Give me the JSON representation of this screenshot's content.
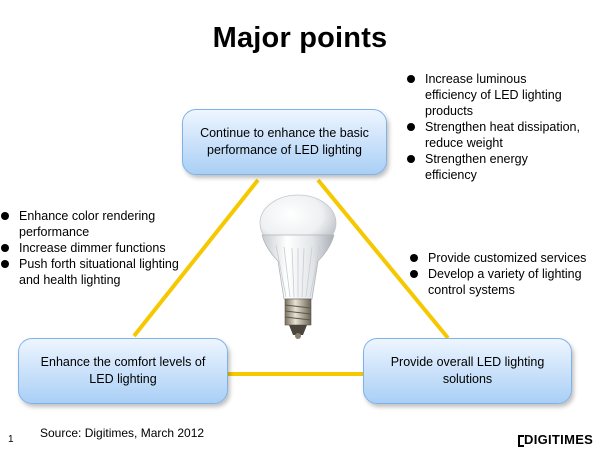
{
  "title": "Major points",
  "boxes": {
    "top": "Continue to enhance the basic performance of LED lighting",
    "left": "Enhance the comfort levels of LED lighting",
    "right": "Provide overall LED lighting solutions"
  },
  "bullets": {
    "top_right": [
      "Increase luminous efficiency of LED lighting products",
      "Strengthen heat dissipation, reduce weight",
      "Strengthen energy efficiency"
    ],
    "left": [
      "Enhance color rendering performance",
      "Increase dimmer functions",
      "Push forth situational lighting and health lighting"
    ],
    "right": [
      "Provide customized services",
      "Develop a variety of lighting control systems"
    ]
  },
  "source": "Source: Digitimes, March 2012",
  "page_number": "1",
  "logo": "DIGITIMES",
  "colors": {
    "connector": "#f5c800",
    "box_border": "#7fb3e8",
    "box_fill": "#cfe4fb"
  },
  "icons": {
    "center": "led-bulb-icon",
    "logo_mark": "bracket-mark-icon"
  }
}
